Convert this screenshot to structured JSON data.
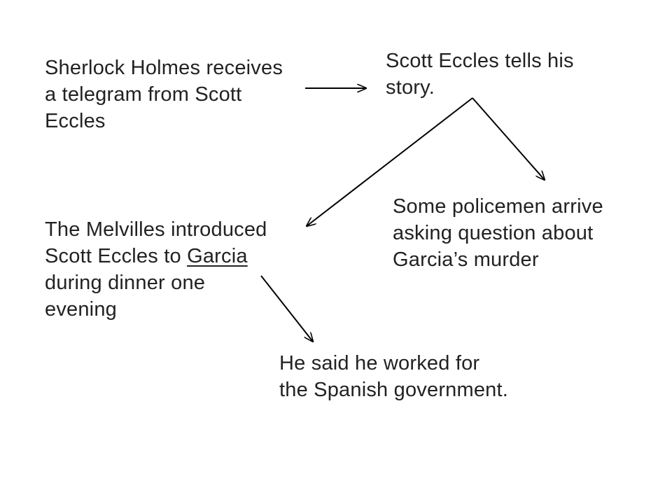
{
  "nodes": {
    "telegram": {
      "line1": "Sherlock Holmes receives",
      "line2": "a telegram from Scott",
      "line3": "Eccles"
    },
    "story": {
      "line1": "Scott Eccles tells his",
      "line2": "story."
    },
    "policemen": {
      "line1": "Some policemen arrive",
      "line2": "asking question about",
      "line3": "Garcia’s murder"
    },
    "melvilles": {
      "line1": "The Melvilles introduced",
      "line2_prefix": "Scott Eccles to ",
      "line2_underlined": "Garcia",
      "line3": "during dinner one",
      "line4": "evening"
    },
    "spanish": {
      "line1": "He said he worked for",
      "line2": "the Spanish government."
    }
  },
  "colors": {
    "text": "#222222",
    "arrow": "#000000",
    "background": "#ffffff"
  }
}
